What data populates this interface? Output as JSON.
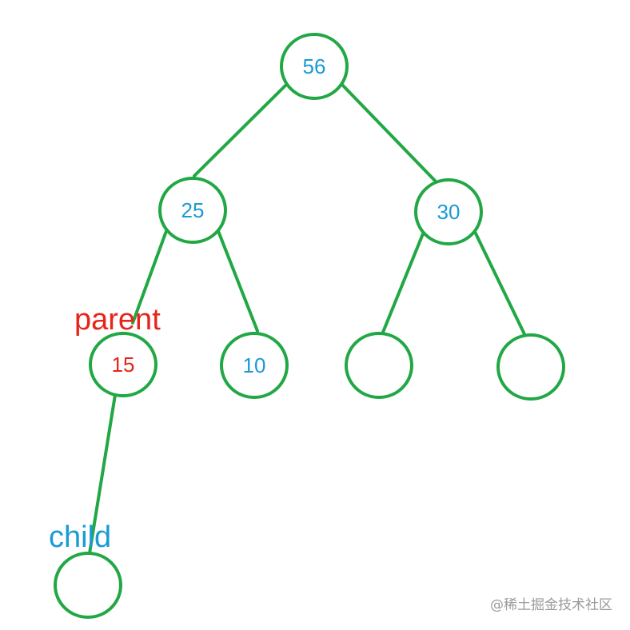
{
  "diagram": {
    "colors": {
      "stroke": "#21a845",
      "node_text": "#1a9ad6",
      "parent_text": "#e8231a",
      "child_text": "#1a9ad6",
      "watermark": "#9a9a9a"
    },
    "nodes": [
      {
        "id": "n56",
        "label": "56"
      },
      {
        "id": "n25",
        "label": "25"
      },
      {
        "id": "n30",
        "label": "30"
      },
      {
        "id": "n15",
        "label": "15"
      },
      {
        "id": "n10",
        "label": "10"
      },
      {
        "id": "n30l",
        "label": ""
      },
      {
        "id": "n30r",
        "label": ""
      },
      {
        "id": "nchild",
        "label": ""
      }
    ],
    "edges": [
      {
        "from": "n56",
        "to": "n25"
      },
      {
        "from": "n56",
        "to": "n30"
      },
      {
        "from": "n25",
        "to": "n15"
      },
      {
        "from": "n25",
        "to": "n10"
      },
      {
        "from": "n30",
        "to": "n30l"
      },
      {
        "from": "n30",
        "to": "n30r"
      },
      {
        "from": "n15",
        "to": "nchild"
      }
    ],
    "annotations": {
      "parent": "parent",
      "child": "child"
    }
  },
  "watermark": "@稀土掘金技术社区"
}
